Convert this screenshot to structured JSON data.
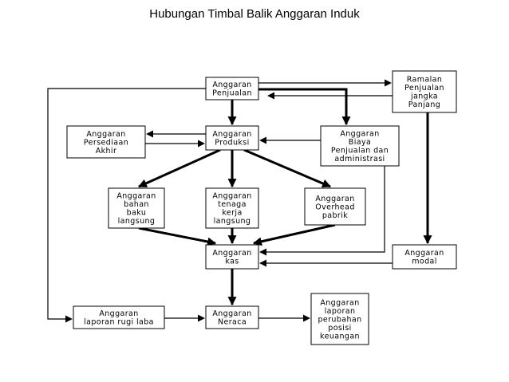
{
  "title": "Hubungan Timbal Balik Anggaran Induk",
  "colors": {
    "stroke": "#000000",
    "fill": "#ffffff"
  },
  "nodes": [
    {
      "id": "penjualan",
      "lines": [
        "Anggaran",
        "Penjualan"
      ]
    },
    {
      "id": "ramalan",
      "lines": [
        "Ramalan",
        "Penjualan",
        "jangka",
        "Panjang"
      ]
    },
    {
      "id": "persediaan",
      "lines": [
        "Anggaran",
        "Persediaan",
        "Akhir"
      ]
    },
    {
      "id": "produksi",
      "lines": [
        "Anggaran",
        "Produksi"
      ]
    },
    {
      "id": "biaya",
      "lines": [
        "Anggaran",
        "Biaya",
        "Penjualan dan",
        "administrasi"
      ]
    },
    {
      "id": "bahan",
      "lines": [
        "Anggaran",
        "bahan",
        "baku",
        "langsung"
      ]
    },
    {
      "id": "tenaga",
      "lines": [
        "Anggaran",
        "tenaga",
        "kerja",
        "langsung"
      ]
    },
    {
      "id": "overhead",
      "lines": [
        "Anggaran",
        "Overhead",
        "pabrik"
      ]
    },
    {
      "id": "kas",
      "lines": [
        "Anggaran",
        "kas"
      ]
    },
    {
      "id": "modal",
      "lines": [
        "Anggaran",
        "modal"
      ]
    },
    {
      "id": "labarugi",
      "lines": [
        "Anggaran",
        "laporan rugi laba"
      ]
    },
    {
      "id": "neraca",
      "lines": [
        "Anggaran",
        "Neraca"
      ]
    },
    {
      "id": "perubahan",
      "lines": [
        "Anggaran",
        "laporan",
        "perubahan",
        "posisi",
        "keuangan"
      ]
    }
  ],
  "edges": [
    {
      "from": "penjualan",
      "to": "produksi",
      "weight": "thick"
    },
    {
      "from": "produksi",
      "to": "persediaan",
      "weight": "normal"
    },
    {
      "from": "persediaan",
      "to": "produksi",
      "weight": "normal"
    },
    {
      "from": "penjualan",
      "to": "ramalan",
      "weight": "normal"
    },
    {
      "from": "ramalan",
      "to": "penjualan",
      "weight": "normal"
    },
    {
      "from": "penjualan",
      "to": "biaya",
      "weight": "thick"
    },
    {
      "from": "biaya",
      "to": "produksi",
      "weight": "normal"
    },
    {
      "from": "produksi",
      "to": "bahan",
      "weight": "thick"
    },
    {
      "from": "produksi",
      "to": "tenaga",
      "weight": "thick"
    },
    {
      "from": "produksi",
      "to": "overhead",
      "weight": "thick"
    },
    {
      "from": "bahan",
      "to": "kas",
      "weight": "thick"
    },
    {
      "from": "tenaga",
      "to": "kas",
      "weight": "thick"
    },
    {
      "from": "overhead",
      "to": "kas",
      "weight": "thick"
    },
    {
      "from": "biaya",
      "to": "kas",
      "weight": "normal"
    },
    {
      "from": "ramalan",
      "to": "modal",
      "weight": "thick"
    },
    {
      "from": "modal",
      "to": "kas",
      "weight": "normal"
    },
    {
      "from": "kas",
      "to": "neraca",
      "weight": "thick"
    },
    {
      "from": "penjualan",
      "to": "labarugi",
      "weight": "normal"
    },
    {
      "from": "labarugi",
      "to": "neraca",
      "weight": "normal"
    },
    {
      "from": "neraca",
      "to": "perubahan",
      "weight": "normal"
    }
  ]
}
